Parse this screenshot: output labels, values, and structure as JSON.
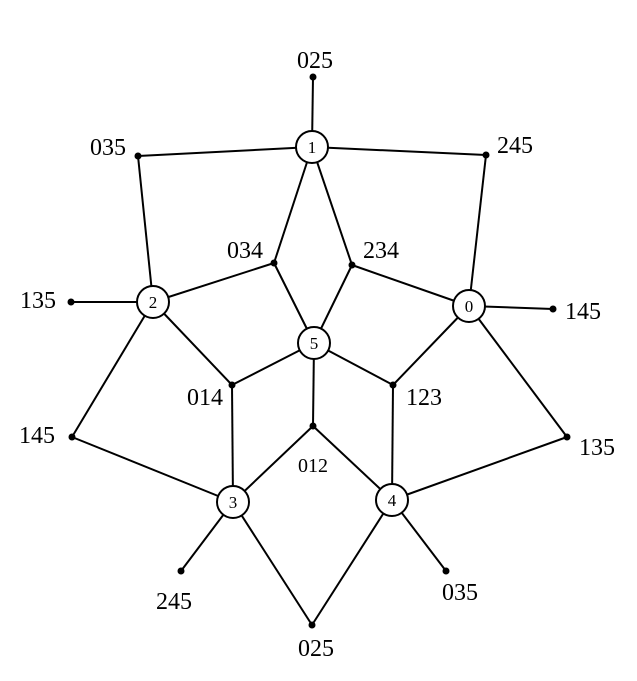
{
  "diagram": {
    "circle_nodes": [
      {
        "id": "n0",
        "label": "0"
      },
      {
        "id": "n1",
        "label": "1"
      },
      {
        "id": "n2",
        "label": "2"
      },
      {
        "id": "n3",
        "label": "3"
      },
      {
        "id": "n4",
        "label": "4"
      },
      {
        "id": "n5",
        "label": "5"
      }
    ],
    "dot_nodes": [
      {
        "id": "d025t",
        "label": "025"
      },
      {
        "id": "d035t",
        "label": "035"
      },
      {
        "id": "d245t",
        "label": "245"
      },
      {
        "id": "d034",
        "label": "034"
      },
      {
        "id": "d234",
        "label": "234"
      },
      {
        "id": "d135l",
        "label": "135"
      },
      {
        "id": "d145r",
        "label": "145"
      },
      {
        "id": "d014",
        "label": "014"
      },
      {
        "id": "d123",
        "label": "123"
      },
      {
        "id": "d012",
        "label": "012"
      },
      {
        "id": "d145l",
        "label": "145"
      },
      {
        "id": "d135r",
        "label": "135"
      },
      {
        "id": "d245b",
        "label": "245"
      },
      {
        "id": "d035b",
        "label": "035"
      },
      {
        "id": "d025b",
        "label": "025"
      }
    ],
    "edges": [
      [
        "n1",
        "d025t"
      ],
      [
        "n1",
        "d035t"
      ],
      [
        "n1",
        "d245t"
      ],
      [
        "n1",
        "d034"
      ],
      [
        "n1",
        "d234"
      ],
      [
        "d035t",
        "n2"
      ],
      [
        "d245t",
        "n0"
      ],
      [
        "n2",
        "d135l"
      ],
      [
        "n2",
        "d034"
      ],
      [
        "n2",
        "d014"
      ],
      [
        "n2",
        "d145l"
      ],
      [
        "n0",
        "d145r"
      ],
      [
        "n0",
        "d234"
      ],
      [
        "n0",
        "d123"
      ],
      [
        "n0",
        "d135r"
      ],
      [
        "n5",
        "d034"
      ],
      [
        "n5",
        "d234"
      ],
      [
        "n5",
        "d014"
      ],
      [
        "n5",
        "d123"
      ],
      [
        "n5",
        "d012"
      ],
      [
        "n3",
        "d014"
      ],
      [
        "n3",
        "d012"
      ],
      [
        "n3",
        "d145l"
      ],
      [
        "n3",
        "d245b"
      ],
      [
        "n3",
        "d025b"
      ],
      [
        "n4",
        "d123"
      ],
      [
        "n4",
        "d012"
      ],
      [
        "n4",
        "d135r"
      ],
      [
        "n4",
        "d035b"
      ],
      [
        "n4",
        "d025b"
      ]
    ]
  }
}
